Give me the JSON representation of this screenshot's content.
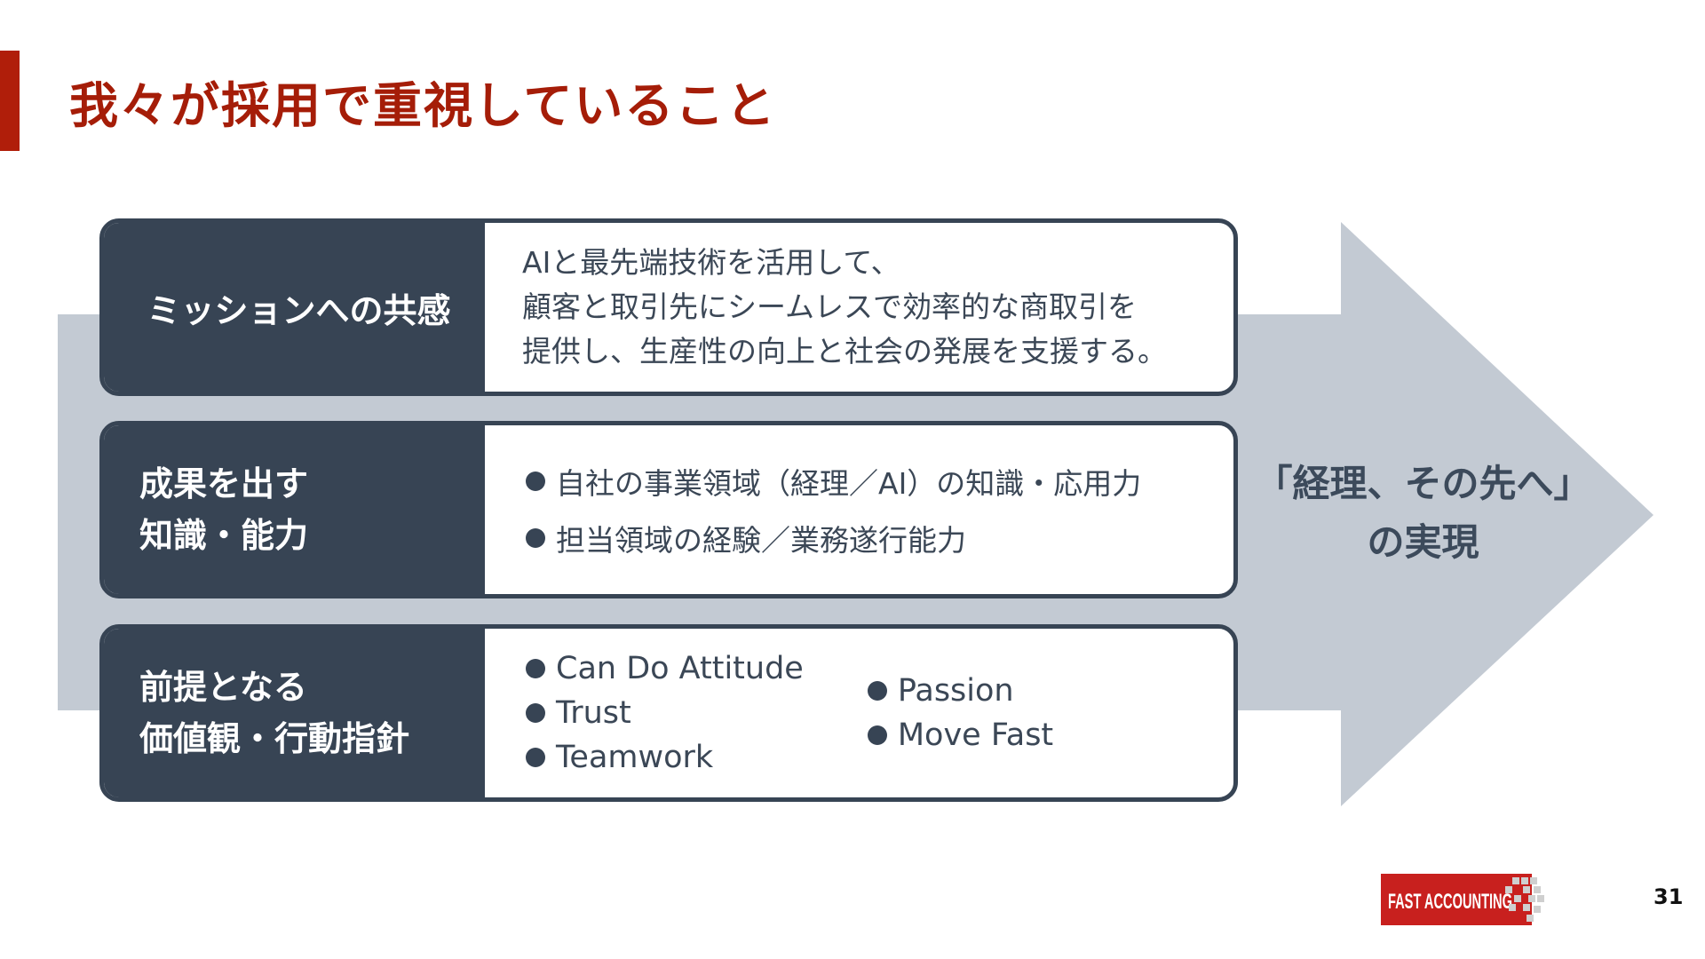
{
  "slide": {
    "title": "我々が採用で重視していること",
    "page_number": "31",
    "logo_text": "FAST ACCOUNTING"
  },
  "rows": {
    "mission": {
      "label": "ミッションへの共感",
      "lines": [
        "AIと最先端技術を活用して、",
        "顧客と取引先にシームレスで効率的な商取引を",
        "提供し、生産性の向上と社会の発展を支援する。"
      ]
    },
    "skills": {
      "label_lines": [
        "成果を出す",
        "知識・能力"
      ],
      "bullets": [
        "自社の事業領域（経理／AI）の知識・応用力",
        "担当領域の経験／業務遂行能力"
      ]
    },
    "values": {
      "label_lines": [
        "前提となる",
        "価値観・行動指針"
      ],
      "col1": [
        "Can Do Attitude",
        "Trust",
        "Teamwork"
      ],
      "col2": [
        "Passion",
        "Move Fast"
      ]
    }
  },
  "goal": {
    "line1": "「経理、その先へ」",
    "line2": "の実現"
  },
  "colors": {
    "accent": "#a51d08",
    "navy": "#374454",
    "arrow": "#c3cad3",
    "logo_red": "#c8201e"
  }
}
